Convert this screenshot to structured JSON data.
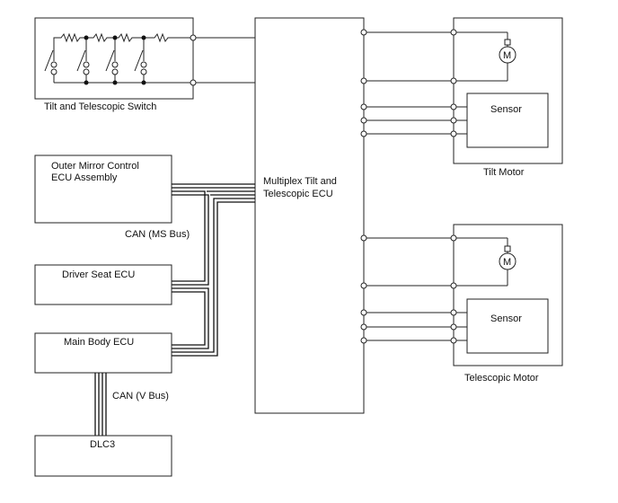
{
  "switch": {
    "label": "Tilt and Telescopic Switch"
  },
  "ecu": {
    "line1": "Multiplex Tilt and",
    "line2": "Telescopic ECU"
  },
  "tilt_motor": {
    "label": "Tilt Motor",
    "sensor_label": "Sensor",
    "motor_symbol": "M"
  },
  "telescopic_motor": {
    "label": "Telescopic Motor",
    "sensor_label": "Sensor",
    "motor_symbol": "M"
  },
  "mirror_ecu": {
    "line1": "Outer Mirror Control",
    "line2": "ECU Assembly"
  },
  "can_ms": {
    "label": "CAN (MS Bus)"
  },
  "seat_ecu": {
    "label": "Driver Seat ECU"
  },
  "body_ecu": {
    "label": "Main Body ECU"
  },
  "can_v": {
    "label": "CAN (V Bus)"
  },
  "dlc3": {
    "label": "DLC3"
  },
  "colors": {
    "line": "#222222",
    "background": "#ffffff"
  }
}
